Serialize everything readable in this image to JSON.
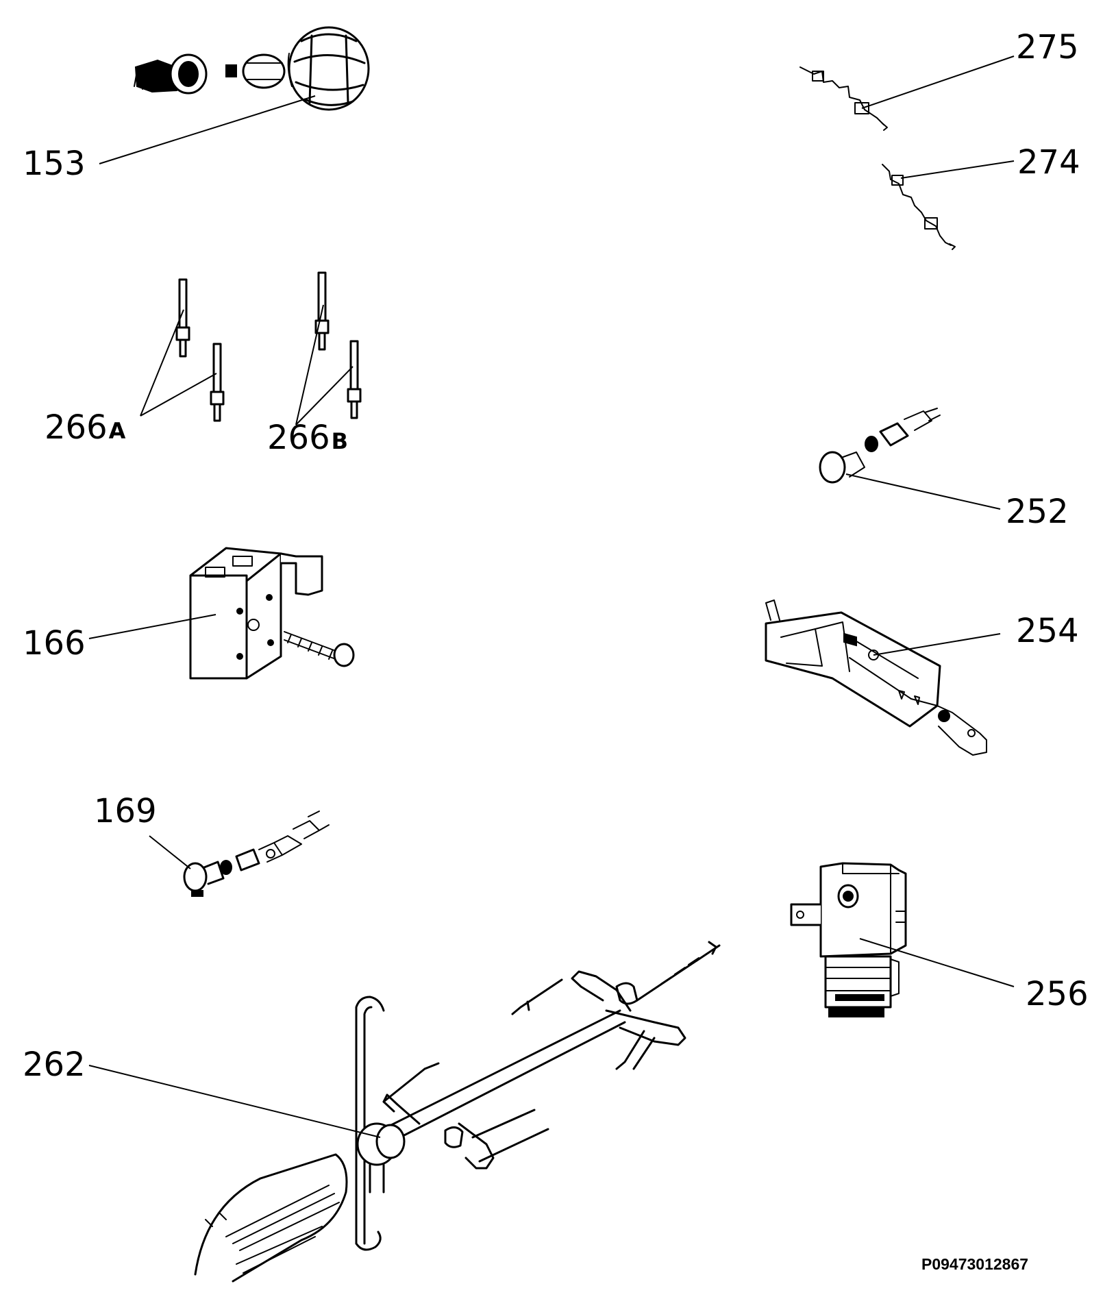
{
  "labels": {
    "p153": "153",
    "p275": "275",
    "p274": "274",
    "p266a": "266",
    "p266a_suffix": "A",
    "p266b": "266",
    "p266b_suffix": "B",
    "p252": "252",
    "p166": "166",
    "p254": "254",
    "p169": "169",
    "p256": "256",
    "p262": "262"
  },
  "drawing_code": "P09473012867"
}
